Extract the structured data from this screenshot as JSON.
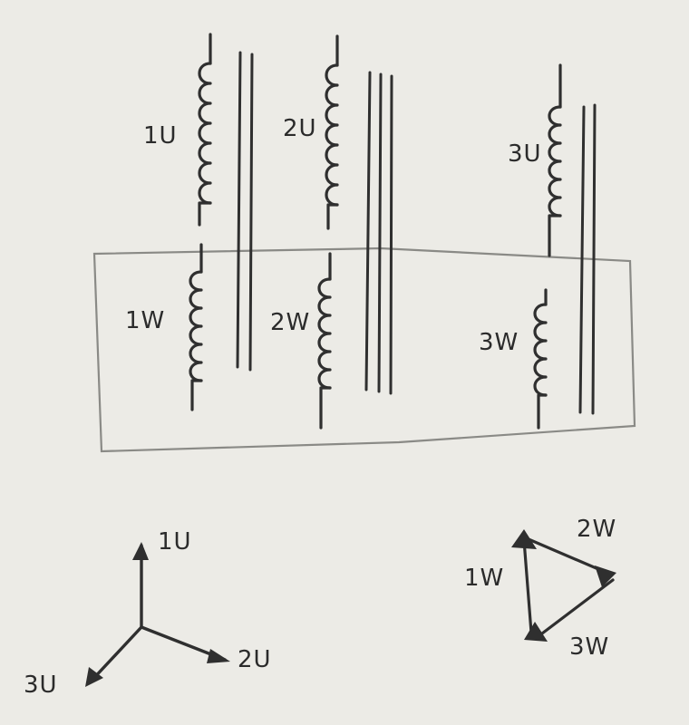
{
  "paper_color": "#ecebe6",
  "ink_color": "#2f2f2f",
  "transformer": {
    "phases": [
      {
        "primary_label": "1U",
        "secondary_label": "1W"
      },
      {
        "primary_label": "2U",
        "secondary_label": "2W"
      },
      {
        "primary_label": "3U",
        "secondary_label": "3W"
      }
    ]
  },
  "star_diagram": {
    "connection": "star",
    "labels": {
      "top": "1U",
      "right": "2U",
      "left": "3U"
    }
  },
  "delta_diagram": {
    "connection": "delta",
    "labels": {
      "left": "1W",
      "right": "2W",
      "bottom": "3W"
    }
  }
}
